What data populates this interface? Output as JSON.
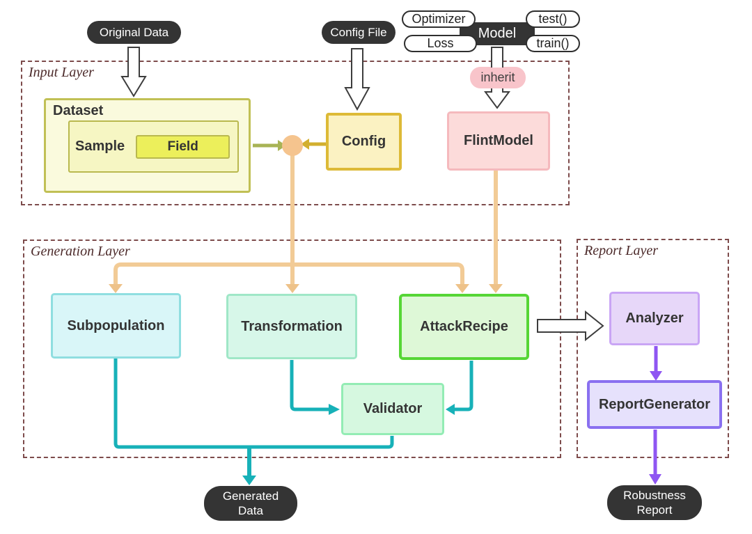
{
  "top": {
    "original_data": "Original Data",
    "config_file": "Config File",
    "optimizer": "Optimizer",
    "loss": "Loss",
    "model": "Model",
    "test_method": "test()",
    "train_method": "train()",
    "inherit": "inherit"
  },
  "input_layer": {
    "label": "Input Layer",
    "dataset": "Dataset",
    "sample": "Sample",
    "field": "Field",
    "config": "Config",
    "flint_model": "FlintModel"
  },
  "generation_layer": {
    "label": "Generation Layer",
    "subpopulation": "Subpopulation",
    "transformation": "Transformation",
    "attack_recipe": "AttackRecipe",
    "validator": "Validator"
  },
  "report_layer": {
    "label": "Report Layer",
    "analyzer": "Analyzer",
    "report_generator": "ReportGenerator"
  },
  "outputs": {
    "generated_data": "Generated Data",
    "robustness_report": "Robustness Report"
  },
  "colors": {
    "dark_pill": "#343434",
    "inherit_pink": "#f8c4ca",
    "dataset_fill": "#fafadd",
    "dataset_border": "#c1c055",
    "field_fill": "#ecef5b",
    "config_fill": "#fbf2c2",
    "config_border": "#ddba37",
    "flintmodel_fill": "#fcdbda",
    "flintmodel_border": "#f5b9bd",
    "subpopulation_fill": "#d9f6f8",
    "transformation_fill": "#d7f7e9",
    "attackrecipe_border": "#56d636",
    "validator_fill": "#d6f8e0",
    "analyzer_fill": "#e7d7f9",
    "reportgenerator_border": "#8a70f0",
    "peach_connector": "#f2cb96",
    "olive_arrow": "#a8b355",
    "gold_arrow": "#d2af2f",
    "teal_connector": "#17b1b8",
    "purple_connector": "#8f56f2",
    "layer_border": "#7d4b4b",
    "layer_label_text": "#4c2a2a"
  }
}
